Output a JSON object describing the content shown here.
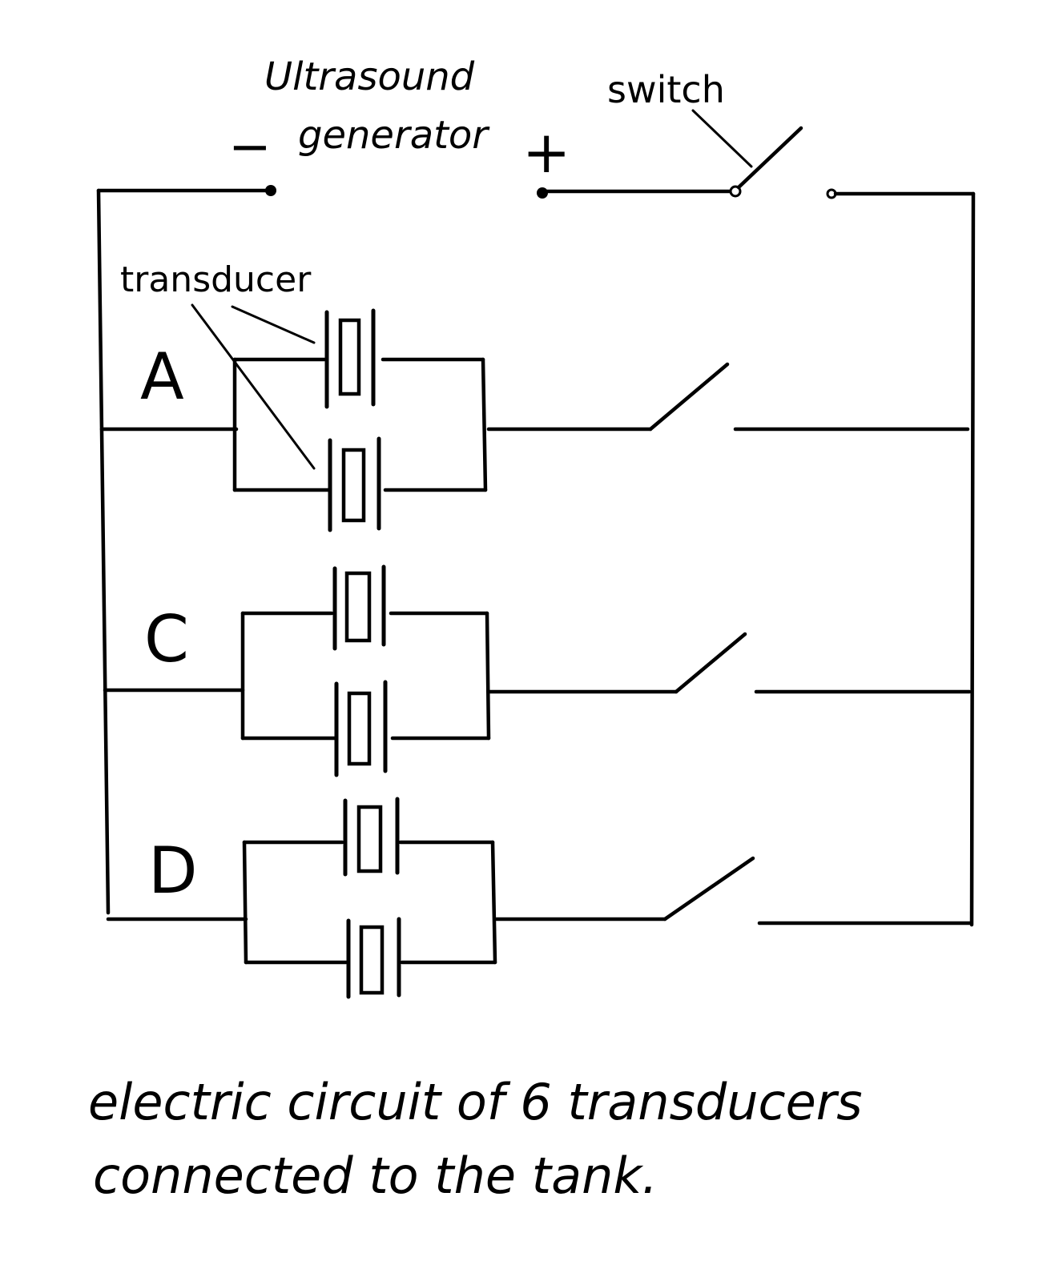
{
  "generator": {
    "title_line1": "Ultrasound",
    "title_line2": "generator",
    "negative_sign": "−",
    "positive_sign": "+"
  },
  "labels": {
    "switch": "switch",
    "transducer": "transducer"
  },
  "groups": [
    {
      "id": "A",
      "label": "A"
    },
    {
      "id": "C",
      "label": "C"
    },
    {
      "id": "D",
      "label": "D"
    }
  ],
  "caption": {
    "line1": "electric circuit of 6 transducers",
    "line2": "connected to the tank."
  }
}
